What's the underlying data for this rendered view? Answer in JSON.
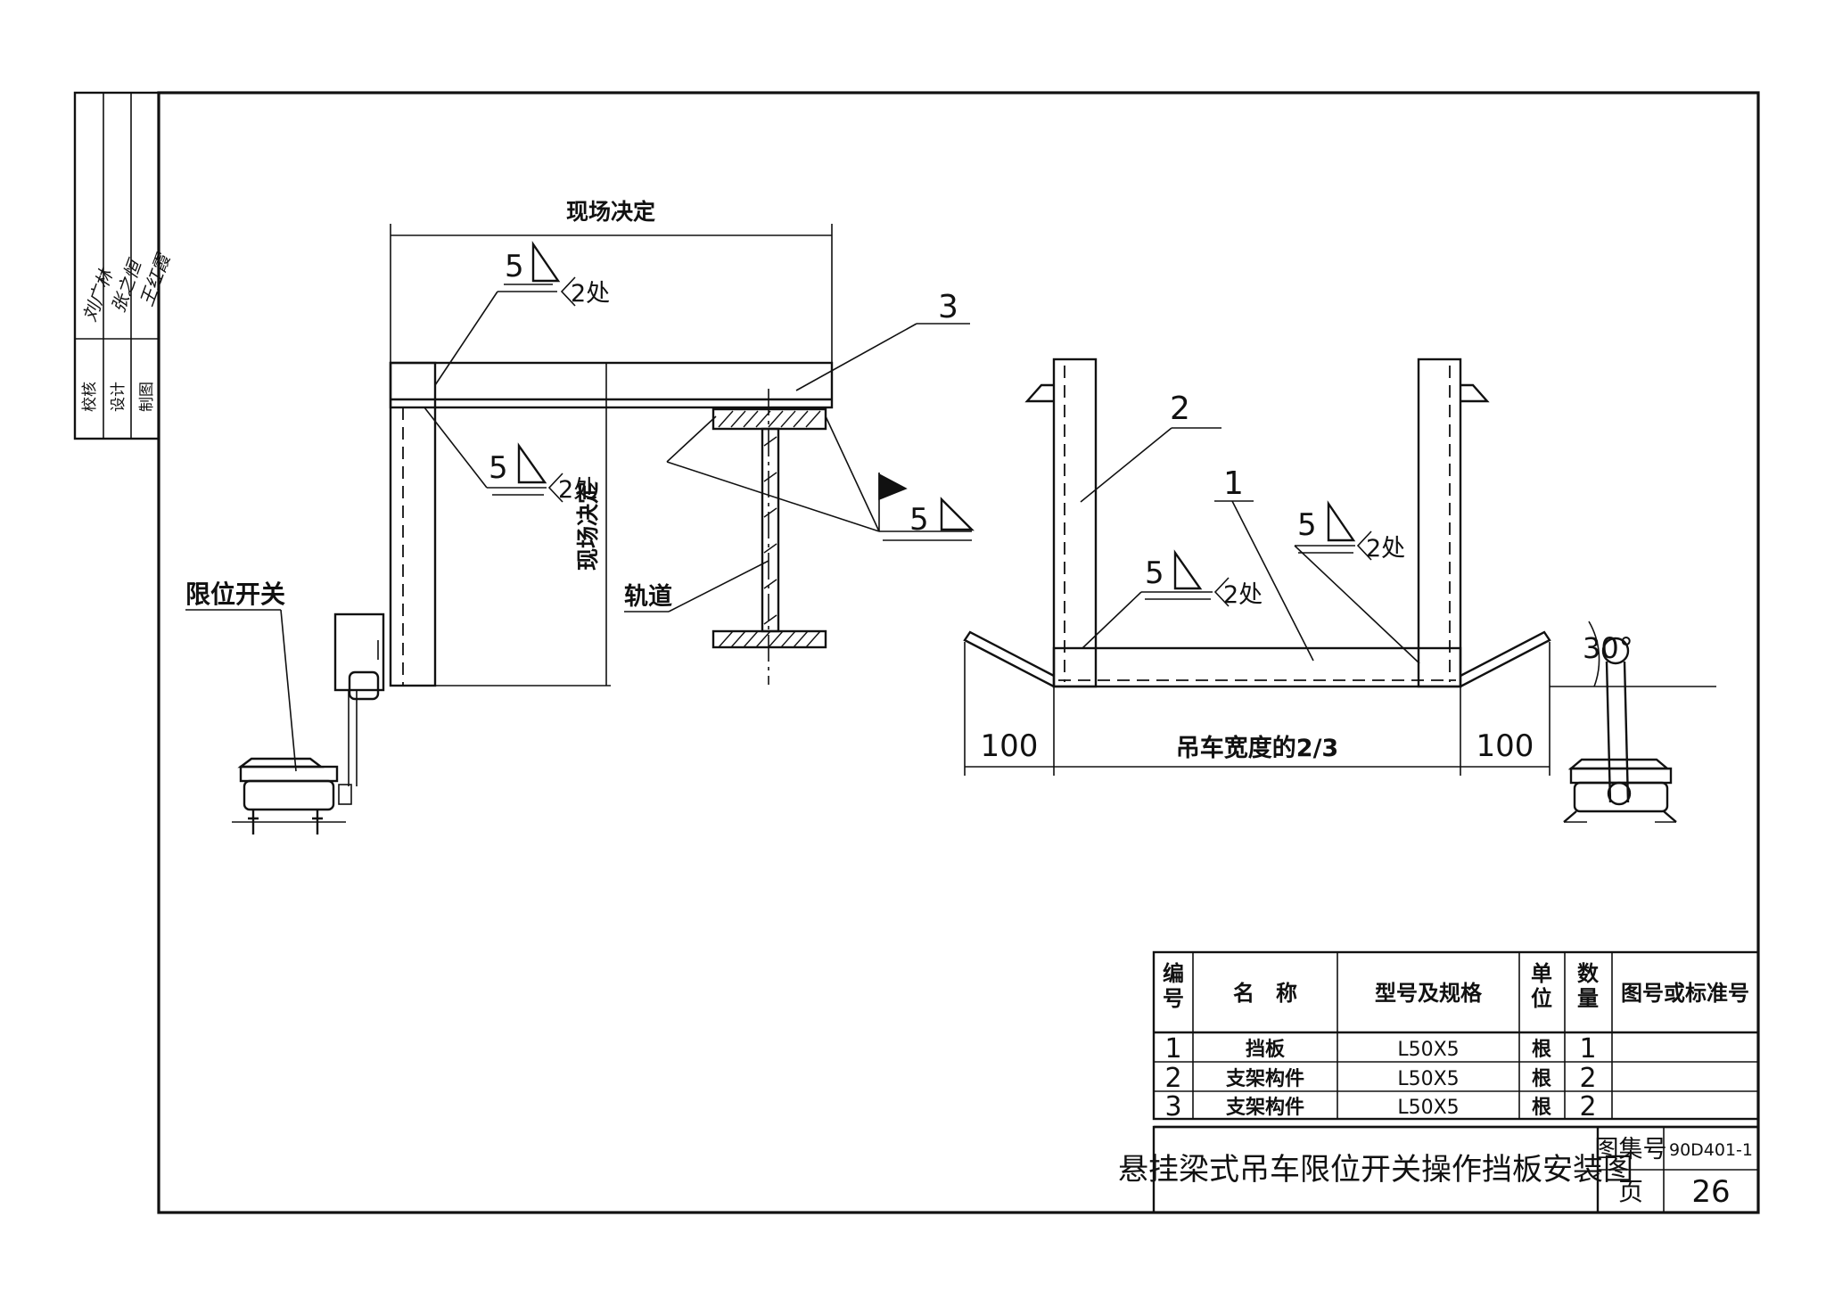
{
  "side_block": {
    "roles": [
      "校核",
      "设计",
      "制图"
    ],
    "signatures": [
      "刘广林",
      "张之恒",
      "王红霞"
    ]
  },
  "left_view": {
    "top_dimension": "现场决定",
    "vertical_dimension": "现场决定",
    "weld_upper": {
      "size": "5",
      "count": "2处"
    },
    "weld_lower": {
      "size": "5",
      "count": "2处"
    },
    "weld_rail": {
      "size": "5"
    },
    "part_callout": "3",
    "rail_label": "轨道",
    "switch_label": "限位开关"
  },
  "right_view": {
    "part_callout_2": "2",
    "part_callout_1": "1",
    "weld_upper": {
      "size": "5",
      "count": "2处"
    },
    "weld_lower": {
      "size": "5",
      "count": "2处"
    },
    "angle": "30°",
    "dim_left": "100",
    "dim_mid": "吊车宽度的2/3",
    "dim_right": "100"
  },
  "bom": {
    "headers": {
      "no": "编号",
      "name": "名　称",
      "spec": "型号及规格",
      "unit": "单位",
      "qty": "数量",
      "ref": "图号或标准号"
    },
    "rows": [
      {
        "no": "1",
        "name": "挡板",
        "spec": "L50X5",
        "unit": "根",
        "qty": "1",
        "ref": ""
      },
      {
        "no": "2",
        "name": "支架构件",
        "spec": "L50X5",
        "unit": "根",
        "qty": "2",
        "ref": ""
      },
      {
        "no": "3",
        "name": "支架构件",
        "spec": "L50X5",
        "unit": "根",
        "qty": "2",
        "ref": ""
      }
    ]
  },
  "title_block": {
    "title": "悬挂梁式吊车限位开关操作挡板安装图",
    "atlas_label": "图集号",
    "atlas_no": "90D401-1",
    "page_label": "页",
    "page_no": "26"
  }
}
